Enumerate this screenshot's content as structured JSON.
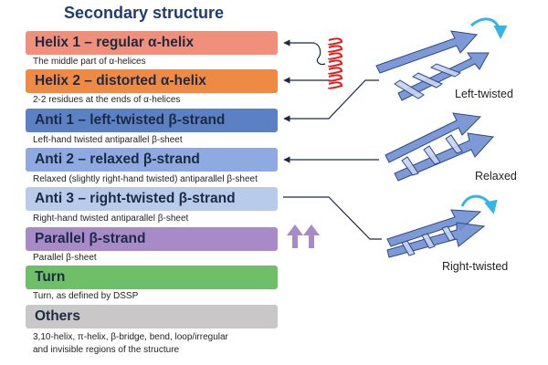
{
  "title": "Secondary structure",
  "categories": [
    {
      "label": "Helix 1 – regular α-helix",
      "description": "The middle part of α-helices",
      "color": "#f0907a"
    },
    {
      "label": "Helix 2 – distorted α-helix",
      "description": "2-2 residues at the ends of α-helices",
      "color": "#ef8a45"
    },
    {
      "label": "Anti 1 – left-twisted β-strand",
      "description": "Left-hand twisted antiparallel β-sheet",
      "color": "#5b80c4"
    },
    {
      "label": "Anti 2 – relaxed β-strand",
      "description": "Relaxed (slightly right-hand twisted) antiparallel β-sheet",
      "color": "#8eaae0"
    },
    {
      "label": "Anti 3 – right-twisted β-strand",
      "description": "Right-hand twisted antiparallel β-sheet",
      "color": "#b9cbeb"
    },
    {
      "label": "Parallel β-strand",
      "description": "Parallel β-sheet",
      "color": "#a88ac8"
    },
    {
      "label": "Turn",
      "description": "Turn, as defined by DSSP",
      "color": "#6fbf68"
    },
    {
      "label": "Others",
      "description_lines": [
        "3,10-helix, π-helix, β-bridge, bend, loop/irregular",
        "and invisible regions of the structure"
      ],
      "color": "#c9c7c7"
    }
  ],
  "illustrations": {
    "left_twisted": "Left-twisted",
    "relaxed": "Relaxed",
    "right_twisted": "Right-twisted"
  },
  "icons": {
    "helix": "alpha-helix-icon",
    "parallel": "parallel-strand-arrows-icon",
    "twist": "twist-arrow-icon"
  }
}
